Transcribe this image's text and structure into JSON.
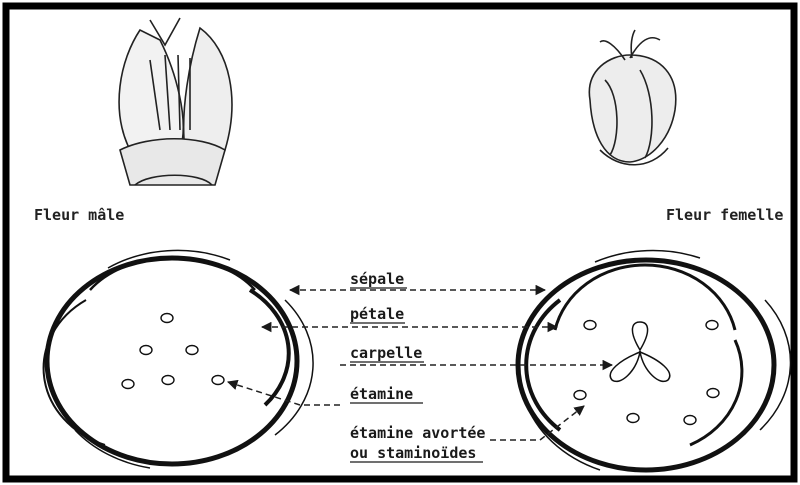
{
  "captions": {
    "male": "Fleur mâle",
    "female": "Fleur femelle"
  },
  "labels": {
    "sepal": "sépale",
    "petal": "pétale",
    "carpel": "carpelle",
    "stamen": "étamine",
    "staminode_line1": "étamine avortée",
    "staminode_line2": "ou staminoïdes"
  },
  "colors": {
    "ink": "#1a1a1a",
    "frame": "#000000",
    "paper": "#ffffff"
  }
}
